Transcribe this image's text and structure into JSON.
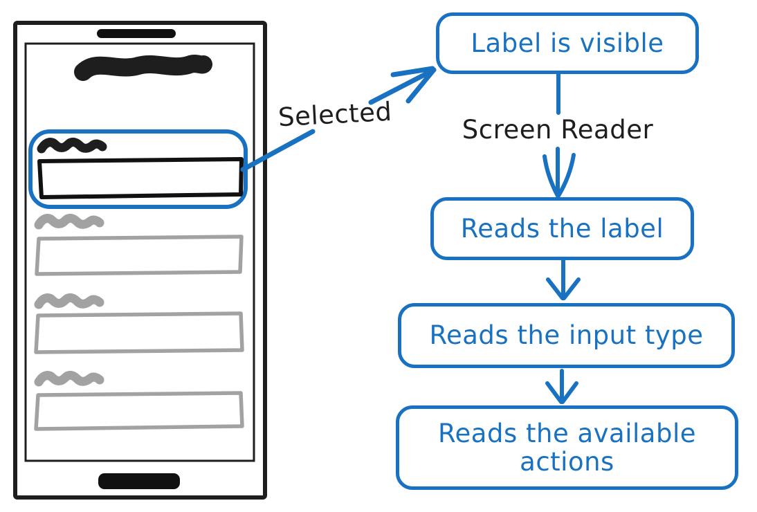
{
  "diagram": {
    "type": "flowchart",
    "style": "hand-drawn",
    "callout": {
      "label": "Selected"
    },
    "flow": {
      "arrow_label": "Screen Reader",
      "boxes": [
        {
          "label": "Label is visible"
        },
        {
          "label": "Reads the label"
        },
        {
          "label": "Reads the input type"
        },
        {
          "label": "Reads the available actions"
        }
      ]
    },
    "phone_mockup": {
      "field_count": 4,
      "selected_field_index": 0
    },
    "colors": {
      "accent_blue": "#1971c2",
      "ink_black": "#1e1e1e",
      "muted_gray": "#a2a2a2"
    }
  }
}
